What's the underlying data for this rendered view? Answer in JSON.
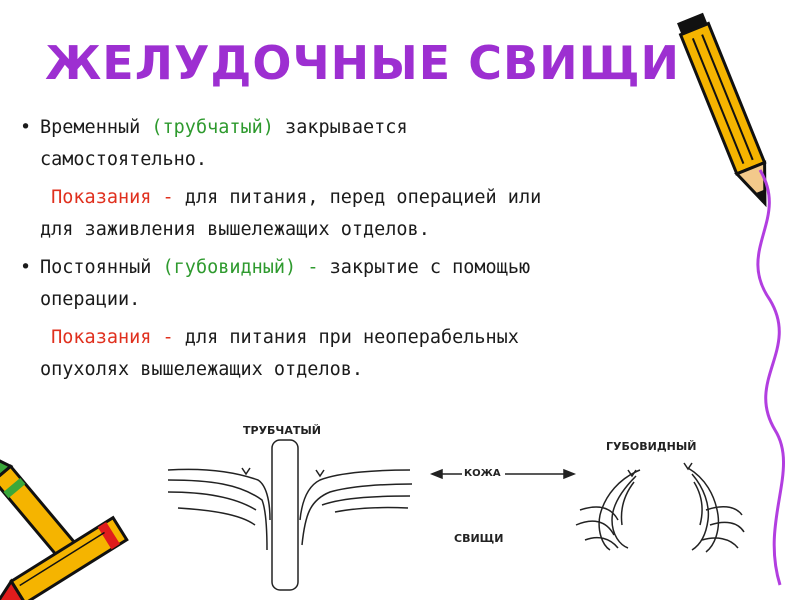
{
  "slide": {
    "title": "ЖЕЛУДОЧНЫЕ СВИЩИ",
    "bullets": [
      {
        "marker": "•",
        "line1_a": "Временный ",
        "line1_b": "(трубчатый)",
        "line1_c": " закрывается",
        "line2": "самостоятельно.",
        "ind_label": "Показания -",
        "ind_line1": " для питания, перед операцией или",
        "ind_line2": "для заживления вышележащих отделов."
      },
      {
        "marker": "•",
        "line1_a": "Постоянный ",
        "line1_b": "(губовидный) -",
        "line1_c": "  закрытие с помощью",
        "line2": "операции.",
        "ind_label": "Показания -",
        "ind_line1": " для питания при неоперабельных",
        "ind_line2": "опухолях вышележащих отделов."
      }
    ]
  },
  "diagram": {
    "tubular_label": "ТРУБЧАТЫЙ",
    "skin_label": "КОЖА",
    "lip_label": "ГУБОВИДНЫЙ",
    "fistula_label": "СВИЩИ"
  },
  "colors": {
    "title": "#9d2fd1",
    "text": "#1b1b1b",
    "green": "#2e9a2e",
    "red": "#e0301e",
    "crayon_yellow": "#f5b400",
    "crayon_red": "#e01c1c",
    "crayon_green": "#3aa83a",
    "squiggle_purple": "#b23ee0"
  },
  "icons": [
    "pencil-icon",
    "crayon-icon",
    "squiggle-line"
  ]
}
